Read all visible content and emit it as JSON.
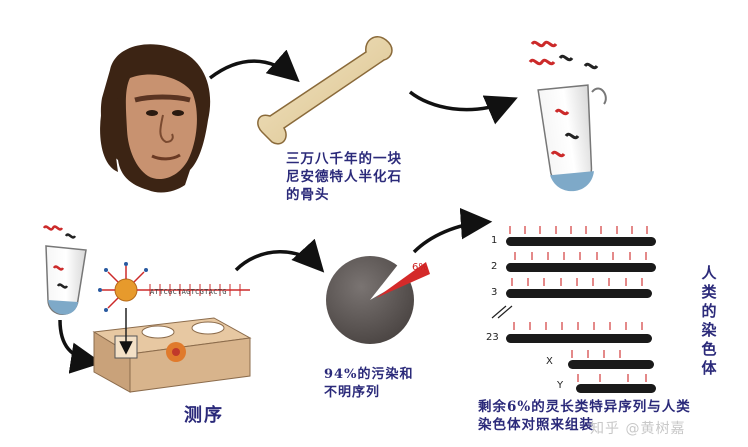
{
  "captions": {
    "fossil_line1": "三万八千年的一块",
    "fossil_line2": "尼安德特人半化石",
    "fossil_line3": "的骨头",
    "contamination_line1": "94%的污染和",
    "contamination_line2": "不明序列",
    "remaining_line1": "剩余6%的灵长类特异序列与人类",
    "remaining_line2": "染色体对照来组装"
  },
  "labels": {
    "sequencing": "测序",
    "human_chromosomes": "人类的染色体",
    "pie_percent": "6%",
    "dna_sequence": "ATTCGCTAGTCGTACTG",
    "watermark": "知乎 @黄树嘉"
  },
  "chromosomes": [
    "1",
    "2",
    "3",
    "23",
    "X",
    "Y"
  ],
  "pie_data": {
    "contamination_percent": 94,
    "remaining_percent": 6
  }
}
